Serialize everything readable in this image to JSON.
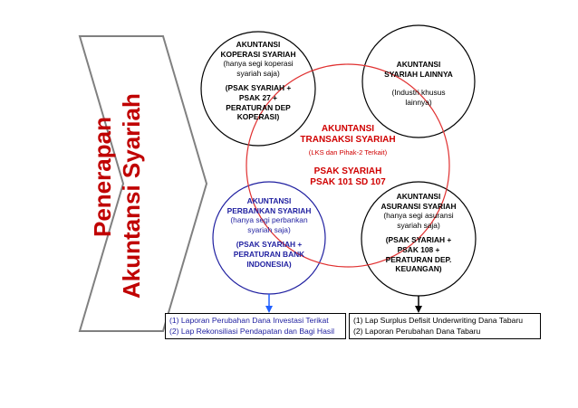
{
  "title": {
    "line1": "Penerapan",
    "line2": "Akuntansi Syariah"
  },
  "center": {
    "title1": "AKUNTANSI",
    "title2": "TRANSAKSI SYARIAH",
    "sub": "(LKS dan Pihak-2 Terkait)",
    "psak1": "PSAK SYARIAH",
    "psak2": "PSAK 101 SD 107"
  },
  "koperasi": {
    "lines": [
      "AKUNTANSI",
      "KOPERASI SYARIAH",
      "(hanya segi koperasi",
      "syariah saja)",
      "",
      "(PSAK SYARIAH +",
      "PSAK 27 +",
      "PERATURAN DEP",
      "KOPERASI)"
    ]
  },
  "lainnya": {
    "lines": [
      "AKUNTANSI",
      "SYARIAH LAINNYA",
      "",
      "(Industri khusus",
      "lainnya)"
    ]
  },
  "perbankan": {
    "lines": [
      "AKUNTANSI",
      "PERBANKAN SYARIAH",
      "(hanya segi perbankan",
      "syariah saja)",
      "",
      "(PSAK SYARIAH +",
      "PERATURAN BANK",
      "INDONESIA)"
    ]
  },
  "asuransi": {
    "lines": [
      "AKUNTANSI",
      "ASURANSI SYARIAH",
      "(hanya segi asuransi",
      "syariah saja)",
      "",
      "(PSAK SYARIAH +",
      "PSAK 108 +",
      "PERATURAN DEP.",
      "KEUANGAN)"
    ]
  },
  "box_left": {
    "line1": "(1) Laporan Perubahan Dana Investasi Terikat",
    "line2": "(2) Lap Rekonsiliasi Pendapatan dan Bagi Hasil"
  },
  "box_right": {
    "line1": "(1) Lap Surplus Defisit Underwriting Dana Tabaru",
    "line2": "(2) Laporan Perubahan Dana Tabaru"
  },
  "colors": {
    "title_red": "#c00000",
    "arrow_border": "#808080",
    "ring_red": "#e03030",
    "bank_blue": "#1f1fa0",
    "arrow_blue": "#2060ff"
  }
}
